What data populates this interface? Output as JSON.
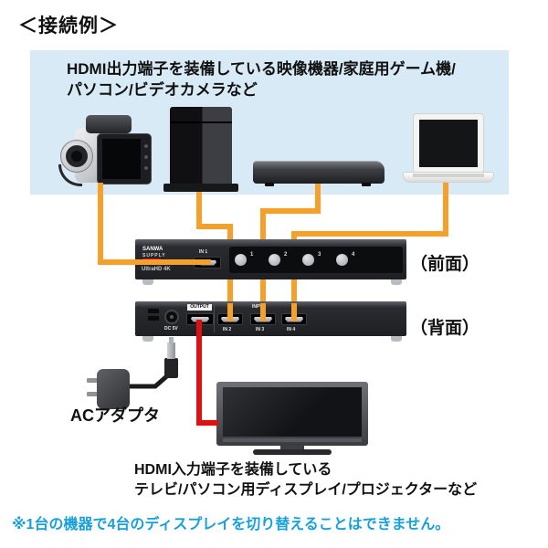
{
  "title": "＜接続例＞",
  "source_box": {
    "line1": "HDMI出力端子を装備している映像機器/家庭用ゲーム機/",
    "line2": "パソコン/ビデオカメラなど"
  },
  "switch_front": {
    "side_label": "（前面）",
    "brand_line1": "SANWA",
    "brand_line2": "SUPPLY",
    "model": "UltraHD 4K",
    "input_label": "IN 1",
    "buttons": [
      "1",
      "2",
      "3",
      "4"
    ]
  },
  "switch_rear": {
    "side_label": "（背面）",
    "output_label": "OUTPUT",
    "input_group_label": "INPUT",
    "dc_label": "DC 5V",
    "port_labels": [
      "IN 2",
      "IN 3",
      "IN 4"
    ]
  },
  "ac_adapter": {
    "label": "ACアダプタ"
  },
  "display_caption": {
    "line1": "HDMI入力端子を装備している",
    "line2": "テレビ/パソコン用ディスプレイ/プロジェクターなど"
  },
  "footnote": "※1台の機器で4台のディスプレイを切り替えることはできません。",
  "colors": {
    "hdmi_cable": "#f5a02b",
    "output_cable": "#dd1111",
    "source_box_bg": "#d8eaf6",
    "footnote_text": "#18a0d8"
  }
}
